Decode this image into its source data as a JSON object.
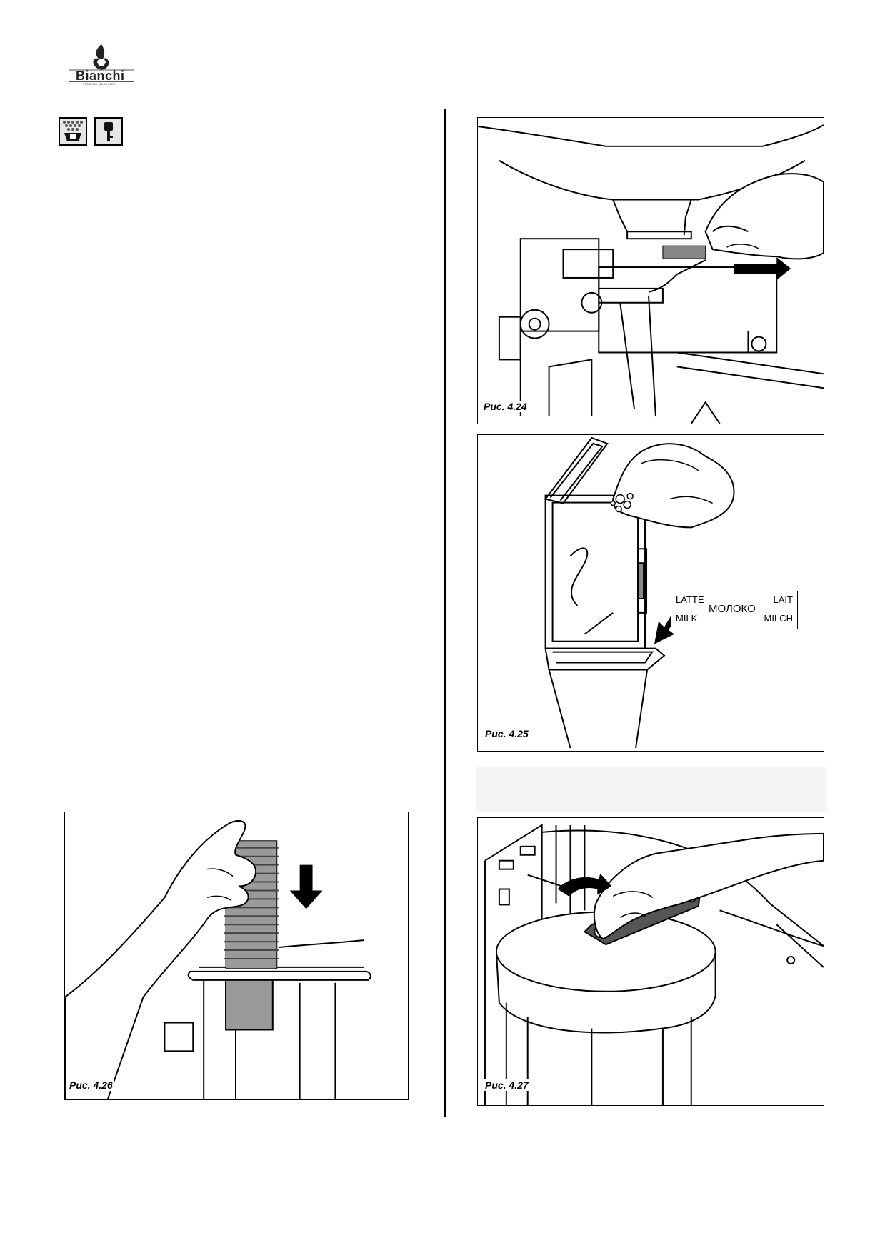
{
  "header": {
    "brand_name": "Bianchi",
    "brand_tagline": "VENDING MACHINES"
  },
  "section_icons": {
    "icons": [
      "cleaning-icon",
      "key-icon"
    ]
  },
  "figures": [
    {
      "id": "fig-4-24",
      "caption": "Рис. 4.24"
    },
    {
      "id": "fig-4-25",
      "caption": "Рис. 4.25",
      "label": {
        "top_left": "LATTE",
        "top_right": "LAIT",
        "center": "МОЛОКО",
        "bottom_left": "MILK",
        "bottom_right": "MILCH"
      }
    },
    {
      "id": "fig-4-26",
      "caption": "Рис. 4.26"
    },
    {
      "id": "fig-4-27",
      "caption": "Рис. 4.27"
    }
  ]
}
